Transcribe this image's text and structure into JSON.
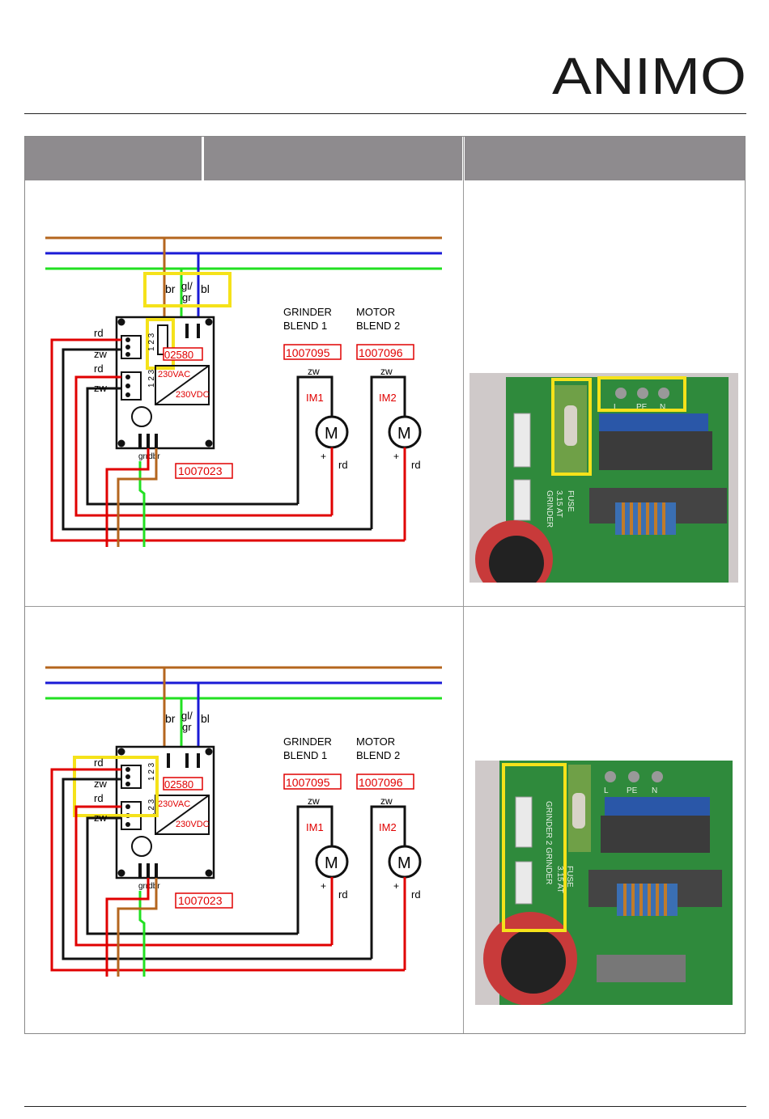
{
  "brand": {
    "logo_text": "ANIMO"
  },
  "table": {
    "headers": [
      "",
      "",
      ""
    ]
  },
  "diagrams": [
    {
      "wire_labels": {
        "br": "br",
        "gl": "gl/",
        "gr": "gr",
        "bl": "bl",
        "rd1": "rd",
        "zw1": "zw",
        "rd2": "rd",
        "zw2": "zw",
        "bottom": "grrdbr"
      },
      "board": {
        "part_no": "02580",
        "vac": "230VAC",
        "vdc": "230VDC",
        "pins1": "1 2 3",
        "pins2": "1 2 3",
        "code": "1007023"
      },
      "grinder": {
        "line1": "GRINDER",
        "line2": "BLEND 1",
        "code": "1007095",
        "im": "IM1",
        "zw": "zw",
        "rd": "rd",
        "plus": "+",
        "m": "M"
      },
      "motor": {
        "line1": "MOTOR",
        "line2": "BLEND 2",
        "code": "1007096",
        "im": "IM2",
        "zw": "zw",
        "rd": "rd",
        "plus": "+",
        "m": "M"
      }
    },
    {
      "wire_labels": {
        "br": "br",
        "gl": "gl/",
        "gr": "gr",
        "bl": "bl",
        "rd1": "rd",
        "zw1": "zw",
        "rd2": "rd",
        "zw2": "zw",
        "bottom": "grrdbr"
      },
      "board": {
        "part_no": "02580",
        "vac": "230VAC",
        "vdc": "230VDC",
        "pins1": "1 2 3",
        "pins2": "1 2 3",
        "code": "1007023"
      },
      "grinder": {
        "line1": "GRINDER",
        "line2": "BLEND 1",
        "code": "1007095",
        "im": "IM1",
        "zw": "zw",
        "rd": "rd",
        "plus": "+",
        "m": "M"
      },
      "motor": {
        "line1": "MOTOR",
        "line2": "BLEND 2",
        "code": "1007096",
        "im": "IM2",
        "zw": "zw",
        "rd": "rd",
        "plus": "+",
        "m": "M"
      }
    }
  ],
  "photos": [
    {
      "silk": {
        "fuse": "FUSE",
        "rating": "3.15 AT",
        "grinder": "GRINDER",
        "l": "L",
        "pe": "PE",
        "n": "N"
      }
    },
    {
      "silk": {
        "fuse": "FUSE",
        "rating": "3.15 AT",
        "grinder": "GRINDER 2 GRINDER",
        "l": "L",
        "pe": "PE",
        "n": "N"
      }
    }
  ],
  "colors": {
    "brown": "#b4661e",
    "blue": "#1a1ad6",
    "green": "#22e022",
    "red": "#e00000",
    "black": "#111111",
    "highlight": "#f5e21a",
    "header": "#8e8b8e"
  }
}
